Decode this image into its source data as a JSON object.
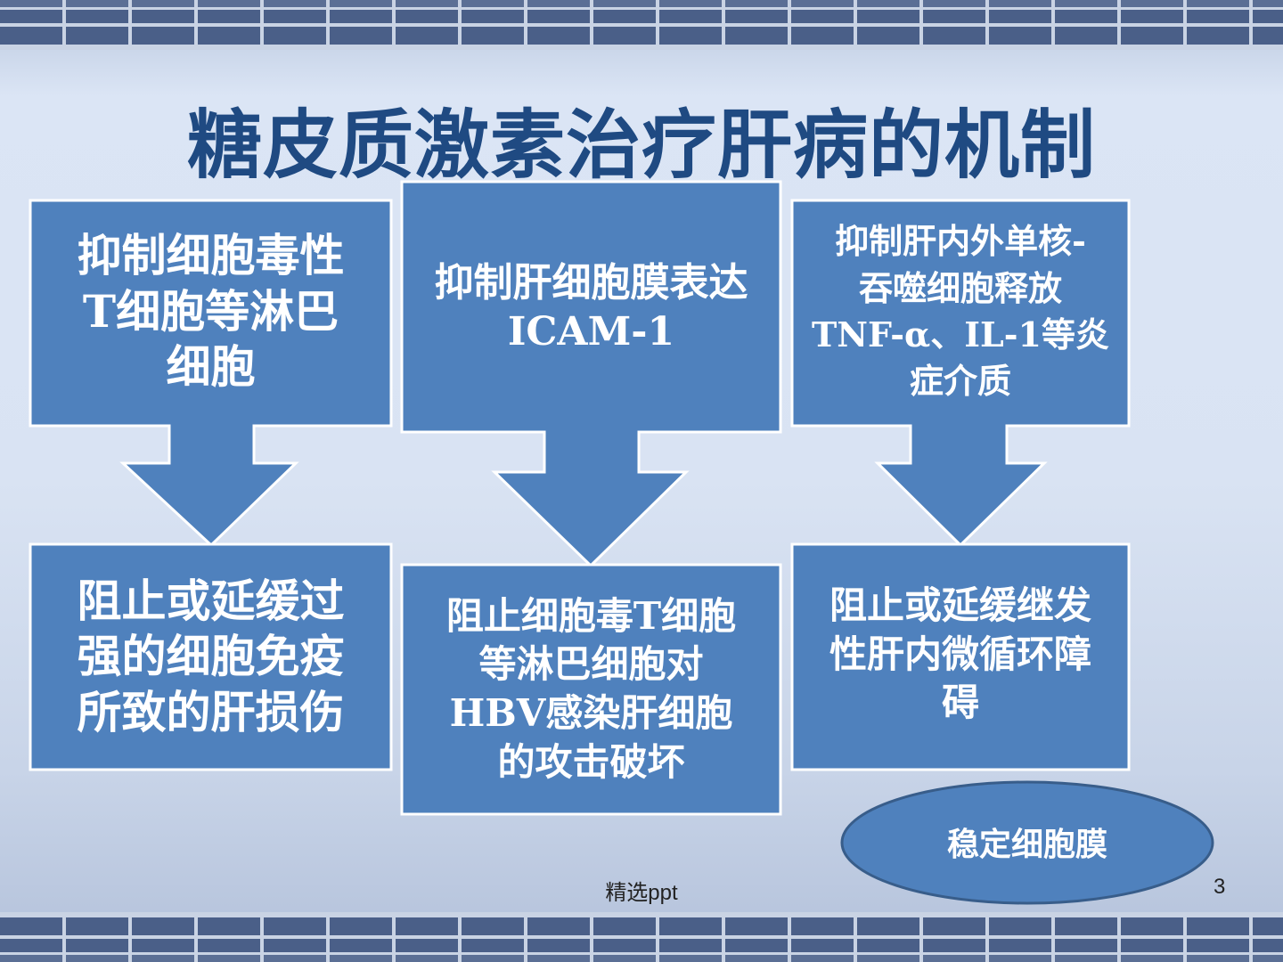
{
  "title": "糖皮质激素治疗肝病的机制",
  "top_boxes": [
    {
      "lines": [
        "抑制细胞毒性",
        "T细胞等淋巴",
        "细胞"
      ]
    },
    {
      "lines": [
        "抑制肝细胞膜表达",
        "ICAM-1"
      ]
    },
    {
      "lines": [
        "抑制肝内外单核-",
        "吞噬细胞释放",
        "TNF-α、IL-1等炎",
        "症介质"
      ]
    }
  ],
  "bottom_boxes": [
    {
      "lines": [
        "阻止或延缓过",
        "强的细胞免疫",
        "所致的肝损伤"
      ]
    },
    {
      "lines": [
        "阻止细胞毒T细胞",
        "等淋巴细胞对",
        "HBV感染肝细胞",
        "的攻击破坏"
      ]
    },
    {
      "lines": [
        "阻止或延缓继发",
        "性肝内微循环障",
        "碍"
      ]
    }
  ],
  "ellipse_label": "稳定细胞膜",
  "footer": "精选ppt",
  "page_number": "3",
  "colors": {
    "box": "#4f81bd",
    "title": "#1f4a82",
    "ellipse_stroke": "#385d8a"
  }
}
